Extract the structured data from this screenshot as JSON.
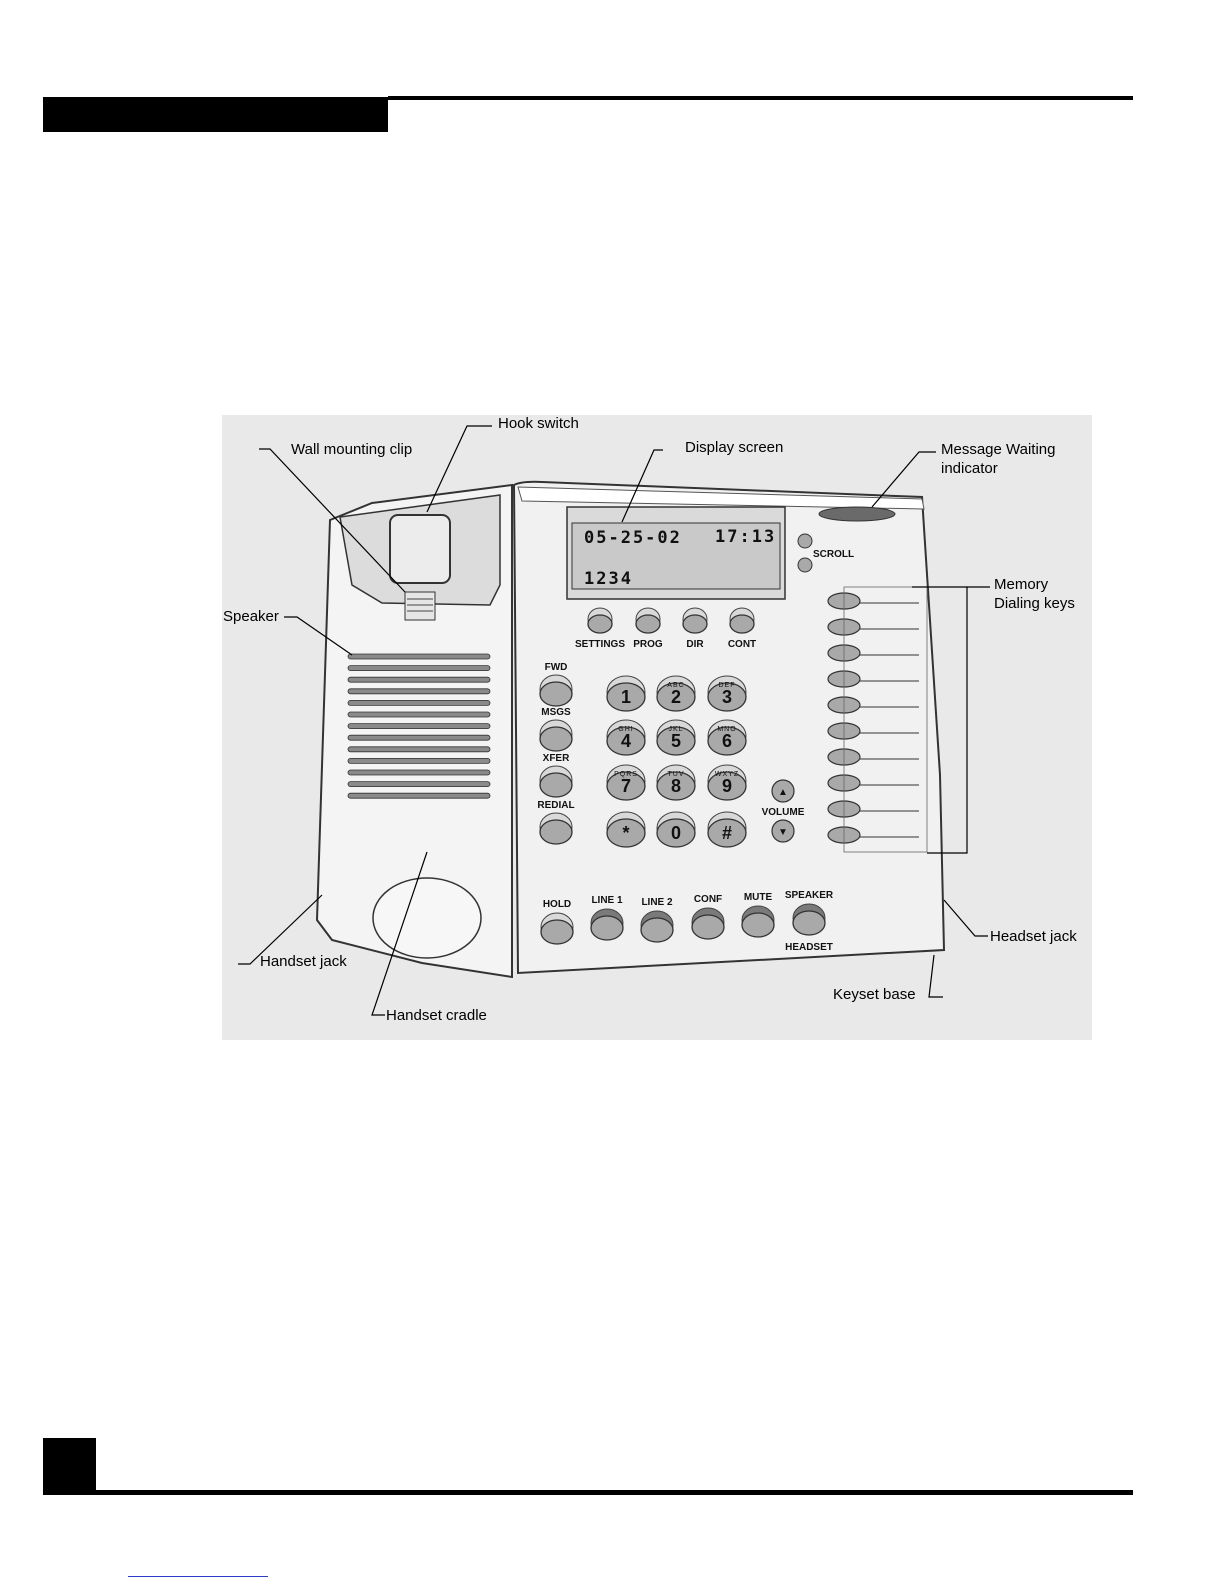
{
  "labels": {
    "hook_switch": "Hook switch",
    "wall_mounting_clip": "Wall mounting clip",
    "display_screen": "Display screen",
    "message_waiting_line1": "Message Waiting",
    "message_waiting_line2": "indicator",
    "speaker": "Speaker",
    "memory_line1": "Memory",
    "memory_line2": "Dialing keys",
    "handset_jack": "Handset jack",
    "handset_cradle": "Handset cradle",
    "headset_jack": "Headset jack",
    "keyset_base": "Keyset base"
  },
  "display": {
    "date": "05-25-02",
    "time": "17:13",
    "number": "1234"
  },
  "phone": {
    "scroll": "SCROLL",
    "soft_keys": [
      "SETTINGS",
      "PROG",
      "DIR",
      "CONT"
    ],
    "left_keys": [
      "FWD",
      "MSGS",
      "XFER",
      "REDIAL"
    ],
    "keypad": [
      {
        "digit": "1",
        "letters": ""
      },
      {
        "digit": "2",
        "letters": "ABC"
      },
      {
        "digit": "3",
        "letters": "DEF"
      },
      {
        "digit": "4",
        "letters": "GHI"
      },
      {
        "digit": "5",
        "letters": "JKL"
      },
      {
        "digit": "6",
        "letters": "MNO"
      },
      {
        "digit": "7",
        "letters": "PQRS"
      },
      {
        "digit": "8",
        "letters": "TUV"
      },
      {
        "digit": "9",
        "letters": "WXYZ"
      },
      {
        "digit": "*",
        "letters": ""
      },
      {
        "digit": "0",
        "letters": ""
      },
      {
        "digit": "#",
        "letters": ""
      }
    ],
    "volume": "VOLUME",
    "volume_up_glyph": "▲",
    "volume_down_glyph": "▼",
    "bottom_keys": [
      "HOLD",
      "LINE 1",
      "LINE 2",
      "CONF",
      "MUTE",
      "SPEAKER"
    ],
    "headset": "HEADSET"
  },
  "colors": {
    "key_fill": "#a9a9a9",
    "body_fill": "#f2f2f2",
    "lcd_fill": "#c9c9c9"
  }
}
